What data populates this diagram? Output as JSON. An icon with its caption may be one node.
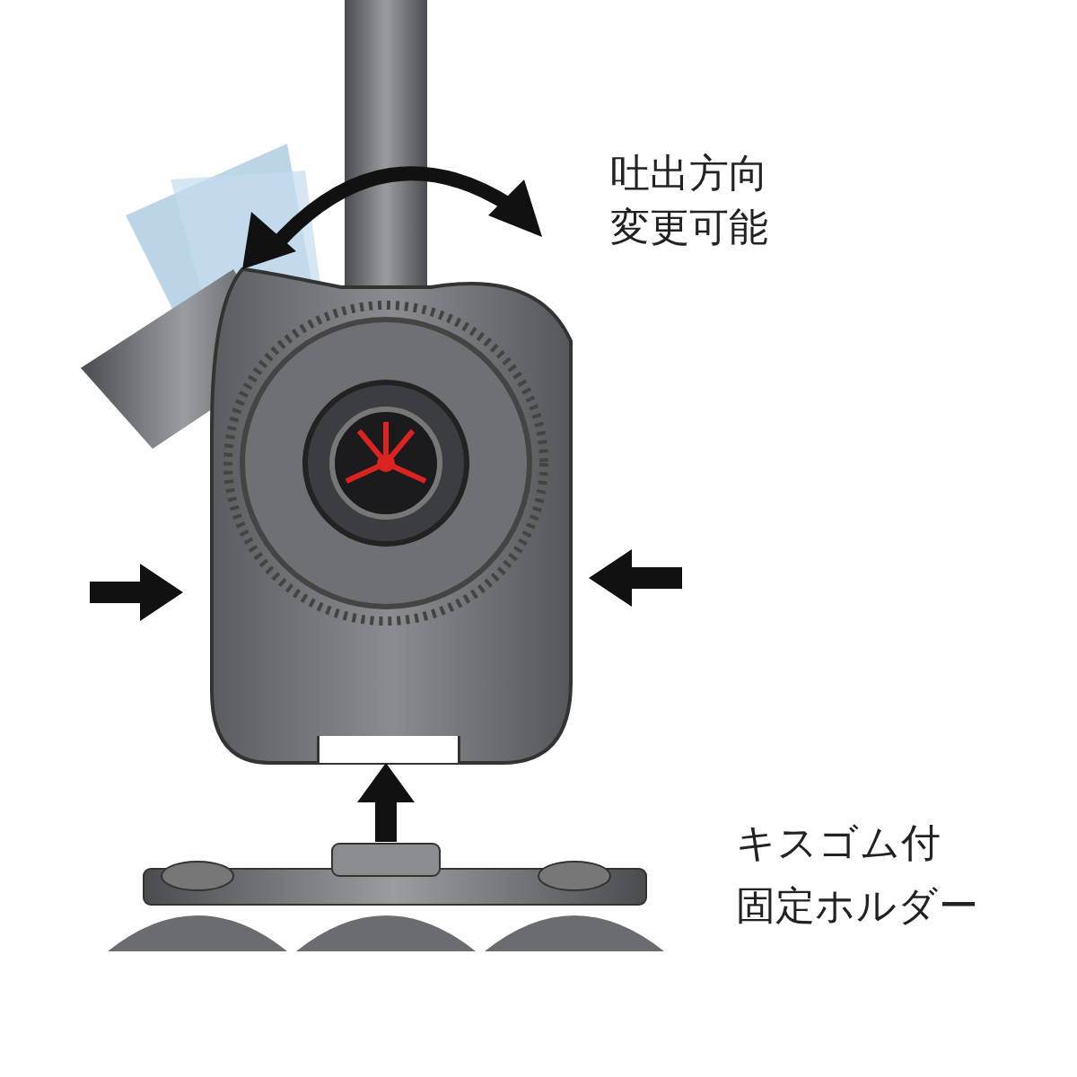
{
  "diagram": {
    "labels": [
      "吐出方向",
      "変更可能",
      "キスゴム付",
      "固定ホルダー"
    ]
  }
}
